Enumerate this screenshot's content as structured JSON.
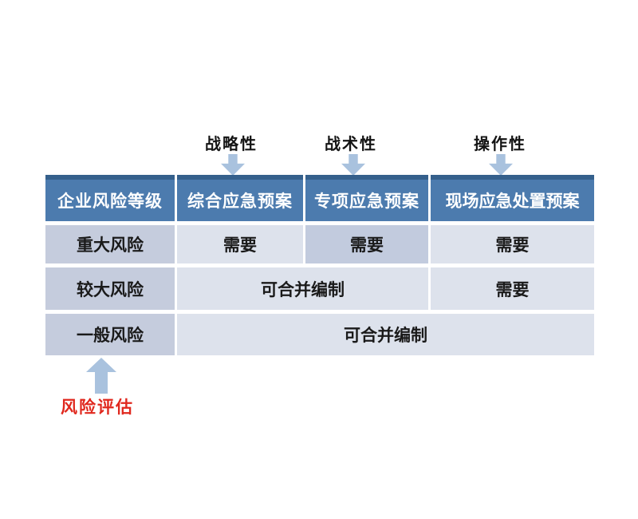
{
  "colors": {
    "header_bg": "#4c7bae",
    "header_border": "#35608c",
    "header_text": "#ffffff",
    "level_cell_bg": "#c5ccdd",
    "body_cell_bg": "#dde2ec",
    "highlight_cell_bg": "#c2cbde",
    "arrow": "#a9c2de",
    "accent_label": "#e0281e",
    "body_text": "#1a1a1a"
  },
  "top_labels": [
    {
      "label": "战略性"
    },
    {
      "label": "战术性"
    },
    {
      "label": "操作性"
    }
  ],
  "table": {
    "headers": [
      "企业风险等级",
      "综合应急预案",
      "专项应急预案",
      "现场应急处置预案"
    ],
    "rows": [
      {
        "level": "重大风险",
        "cells": [
          {
            "text": "需要",
            "span": 1,
            "highlight": false
          },
          {
            "text": "需要",
            "span": 1,
            "highlight": true
          },
          {
            "text": "需要",
            "span": 1,
            "highlight": false
          }
        ]
      },
      {
        "level": "较大风险",
        "cells": [
          {
            "text": "可合并编制",
            "span": 2,
            "highlight": false
          },
          {
            "text": "需要",
            "span": 1,
            "highlight": false
          }
        ]
      },
      {
        "level": "一般风险",
        "cells": [
          {
            "text": "可合并编制",
            "span": 3,
            "highlight": false
          }
        ]
      }
    ]
  },
  "bottom_label": {
    "label": "风险评估"
  }
}
